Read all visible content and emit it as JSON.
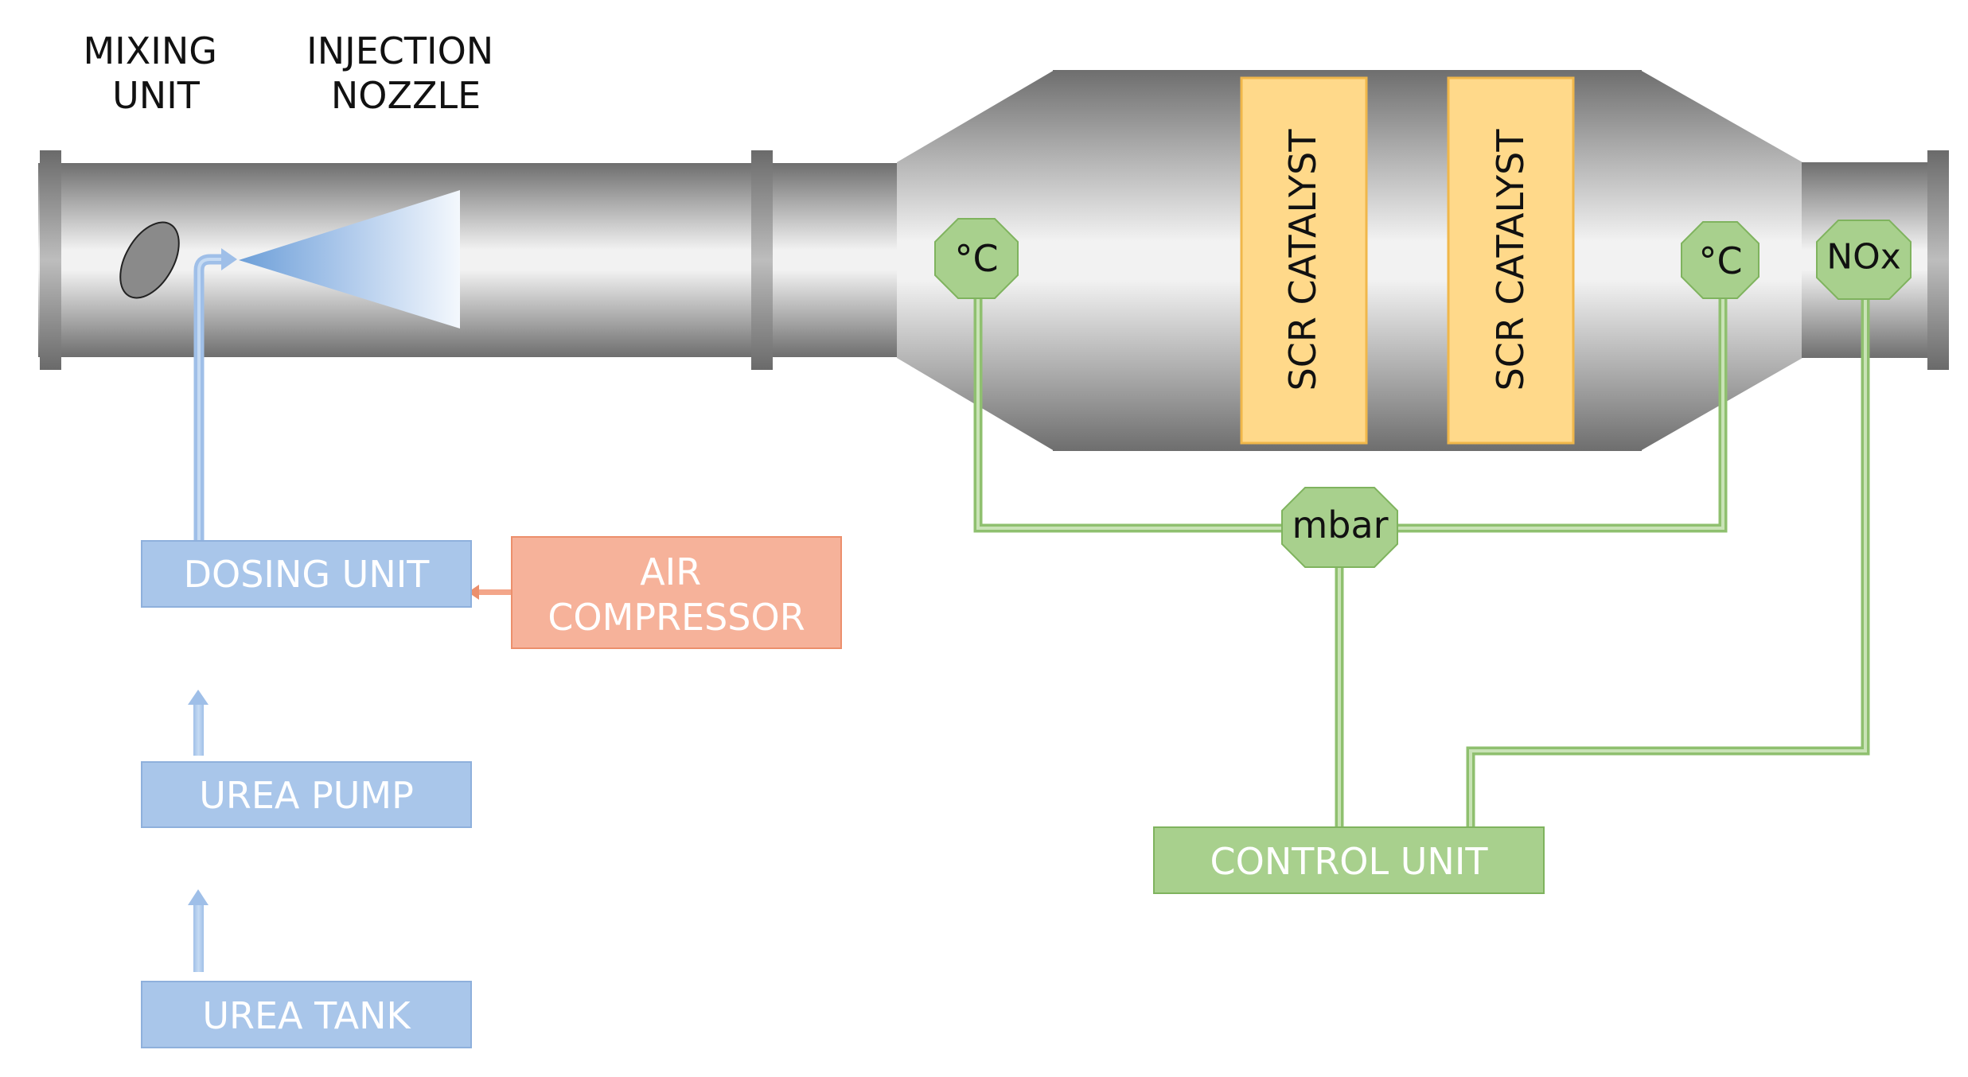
{
  "labels": {
    "mixing_unit": [
      "MIXING",
      "UNIT"
    ],
    "injection_nozzle": [
      "INJECTION",
      "NOZZLE"
    ],
    "catalyst_1": "SCR CATALYST",
    "catalyst_2": "SCR CATALYST",
    "temp_sensor_1": "°C",
    "temp_sensor_2": "°C",
    "nox_sensor": "NOx",
    "pressure_sensor": "mbar",
    "control_unit": "CONTROL UNIT",
    "dosing_unit": "DOSING UNIT",
    "air_compressor": [
      "AIR",
      "COMPRESSOR"
    ],
    "urea_pump": "UREA PUMP",
    "urea_tank": "UREA TANK"
  },
  "colors": {
    "urea_blue": "#a9c6ea",
    "urea_blue_border": "#8eb0dc",
    "air_orange": "#f6b29a",
    "air_orange_border": "#ec8f6c",
    "sensor_green": "#a8d08d",
    "sensor_green_border": "#7fb35e",
    "catalyst_yellow": "#ffd98a",
    "catalyst_border": "#f0b74a",
    "pipe_grey": "#9a9a9a"
  }
}
